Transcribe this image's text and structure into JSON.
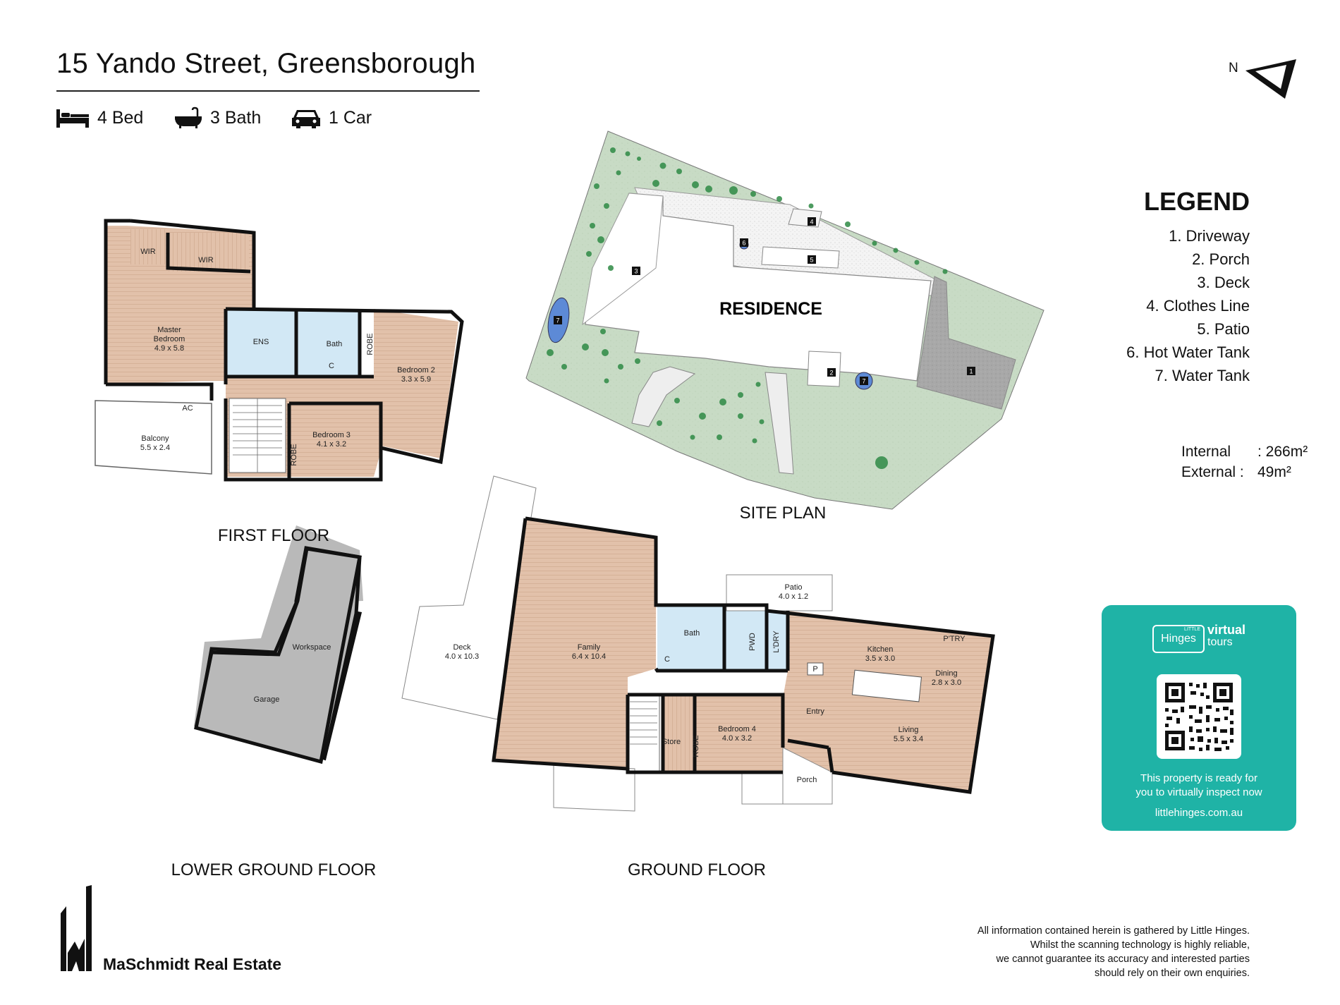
{
  "header": {
    "address": "15 Yando Street, Greensborough",
    "features": [
      {
        "icon": "bed-icon",
        "label": "4 Bed"
      },
      {
        "icon": "bath-icon",
        "label": "3 Bath"
      },
      {
        "icon": "car-icon",
        "label": "1 Car"
      }
    ]
  },
  "compass": {
    "label": "N"
  },
  "legend": {
    "heading": "LEGEND",
    "items": [
      "1. Driveway",
      "2. Porch",
      "3. Deck",
      "4. Clothes Line",
      "5. Patio",
      "6. Hot Water Tank",
      "7. Water Tank"
    ]
  },
  "areas": {
    "internal_label": "Internal",
    "internal_value": ": 266m²",
    "external_label": "External :",
    "external_value": "49m²"
  },
  "site_plan": {
    "label": "SITE PLAN",
    "residence_label": "RESIDENCE",
    "markers": [
      "1",
      "2",
      "3",
      "4",
      "5",
      "6",
      "7",
      "7"
    ]
  },
  "first_floor": {
    "label": "FIRST FLOOR",
    "rooms": {
      "wir1": "WIR",
      "wir2": "WIR",
      "master": "Master\nBedroom\n4.9 x 5.8",
      "ens": "ENS",
      "bath": "Bath",
      "robe1": "ROBE",
      "bedroom2": "Bedroom 2\n3.3 x 5.9",
      "bedroom3": "Bedroom 3\n4.1 x 3.2",
      "robe2": "ROBE",
      "ac": "AC",
      "balcony": "Balcony\n5.5 x 2.4",
      "c": "C"
    }
  },
  "lower_ground_floor": {
    "label": "LOWER GROUND FLOOR",
    "rooms": {
      "workspace": "Workspace",
      "garage": "Garage"
    }
  },
  "ground_floor": {
    "label": "GROUND FLOOR",
    "rooms": {
      "deck": "Deck\n4.0 x 10.3",
      "family": "Family\n6.4 x 10.4",
      "bath": "Bath",
      "pwd": "PWD",
      "ldry": "L'DRY",
      "patio": "Patio\n4.0 x 1.2",
      "kitchen": "Kitchen\n3.5 x 3.0",
      "ptry": "P'TRY",
      "dining": "Dining\n2.8 x 3.0",
      "p": "P",
      "entry": "Entry",
      "living": "Living\n5.5 x 3.4",
      "store": "Store",
      "robe": "ROBE",
      "bedroom4": "Bedroom 4\n4.0 x 3.2",
      "porch": "Porch",
      "c": "C"
    }
  },
  "promo": {
    "brand_small": "LITTLE",
    "brand": "Hinges",
    "tag1": "virtual",
    "tag2": "tours",
    "line1": "This property is ready for",
    "line2": "you to virtually inspect now",
    "site": "littlehinges.com.au"
  },
  "disclaimer": [
    "All information contained herein is gathered by Little Hinges.",
    "Whilst the scanning technology is highly reliable,",
    "we cannot guarantee its accuracy and interested parties",
    "should rely on their own enquiries."
  ],
  "agency": {
    "name": "MaSchmidt Real Estate"
  },
  "colors": {
    "floor": "#e2c1aa",
    "wet": "#d2e8f5",
    "garage": "#b9b9b9",
    "lawn": "#c9dcc6",
    "tree": "#2f8a45",
    "promo": "#1fb3a6"
  }
}
